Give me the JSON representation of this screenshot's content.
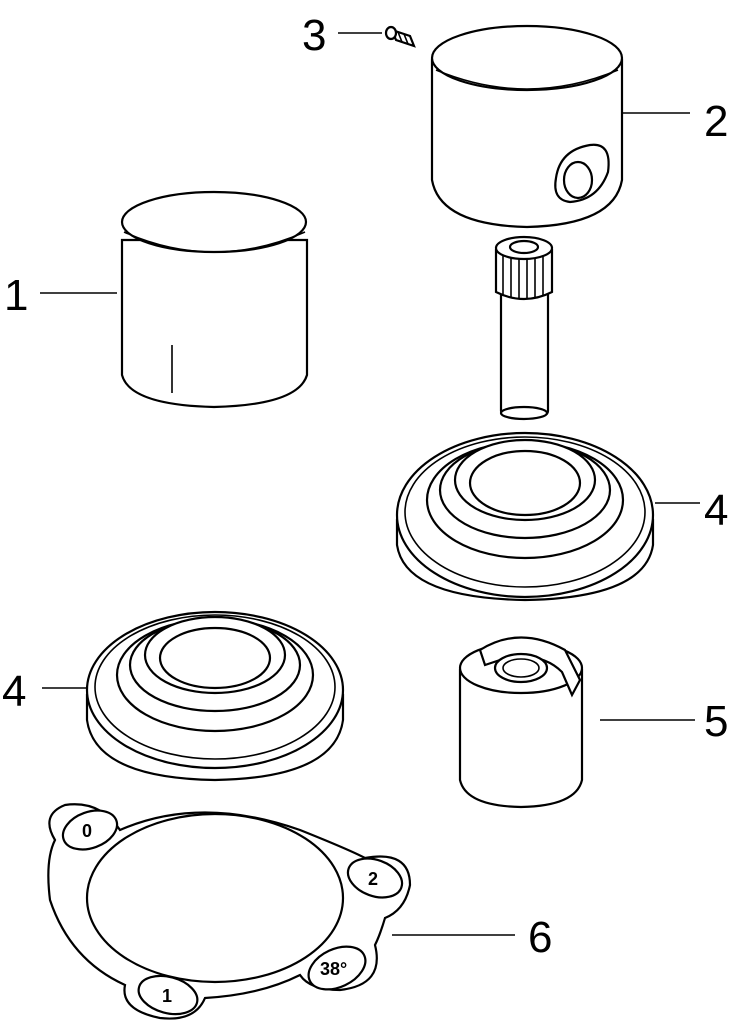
{
  "callouts": {
    "part1": "1",
    "part2": "2",
    "part3": "3",
    "part4_upper": "4",
    "part4_lower": "4",
    "part5": "5",
    "part6": "6"
  },
  "gasket_tabs": {
    "tab_a": "0",
    "tab_b": "2",
    "tab_c": "38°",
    "tab_d": "1"
  }
}
